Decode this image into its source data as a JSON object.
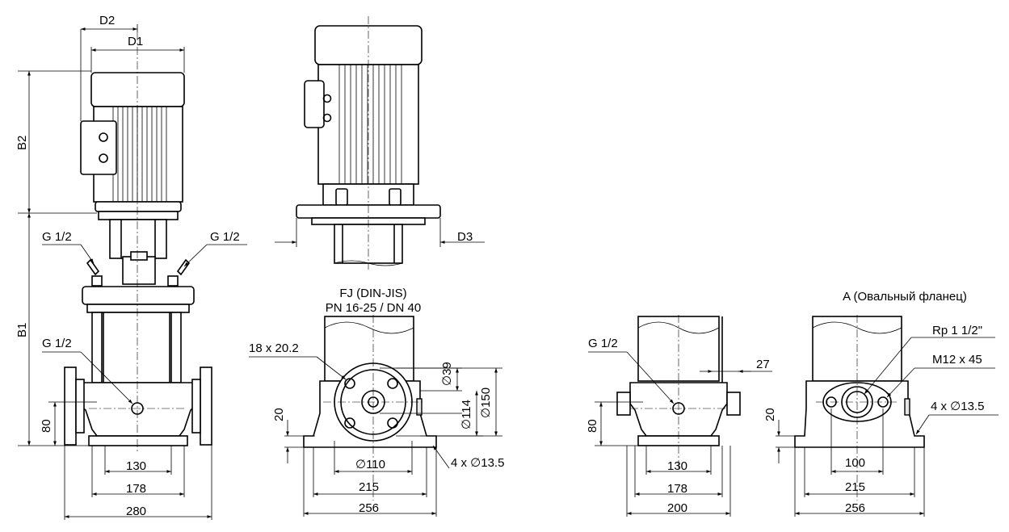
{
  "labels": {
    "d2": "D2",
    "d1": "D1",
    "d3": "D3",
    "b1": "B1",
    "b2": "B2",
    "g_half": "G 1/2",
    "fj_title_1": "FJ (DIN-JIS)",
    "fj_title_2": "PN 16-25 / DN 40",
    "oval_title": "A (Овальный фланец)",
    "holes_18": "18 x 20.2",
    "dia39": "∅39",
    "dia114": "∅114",
    "dia150": "∅150",
    "dia110": "∅110",
    "holes_4x135": "4 x ∅13.5",
    "rp": "Rp 1 1/2\"",
    "m12": "M12 x 45",
    "n20": "20",
    "n27": "27",
    "n80": "80",
    "n100": "100",
    "n130": "130",
    "n178": "178",
    "n200": "200",
    "n215": "215",
    "n256": "256",
    "n280": "280"
  }
}
